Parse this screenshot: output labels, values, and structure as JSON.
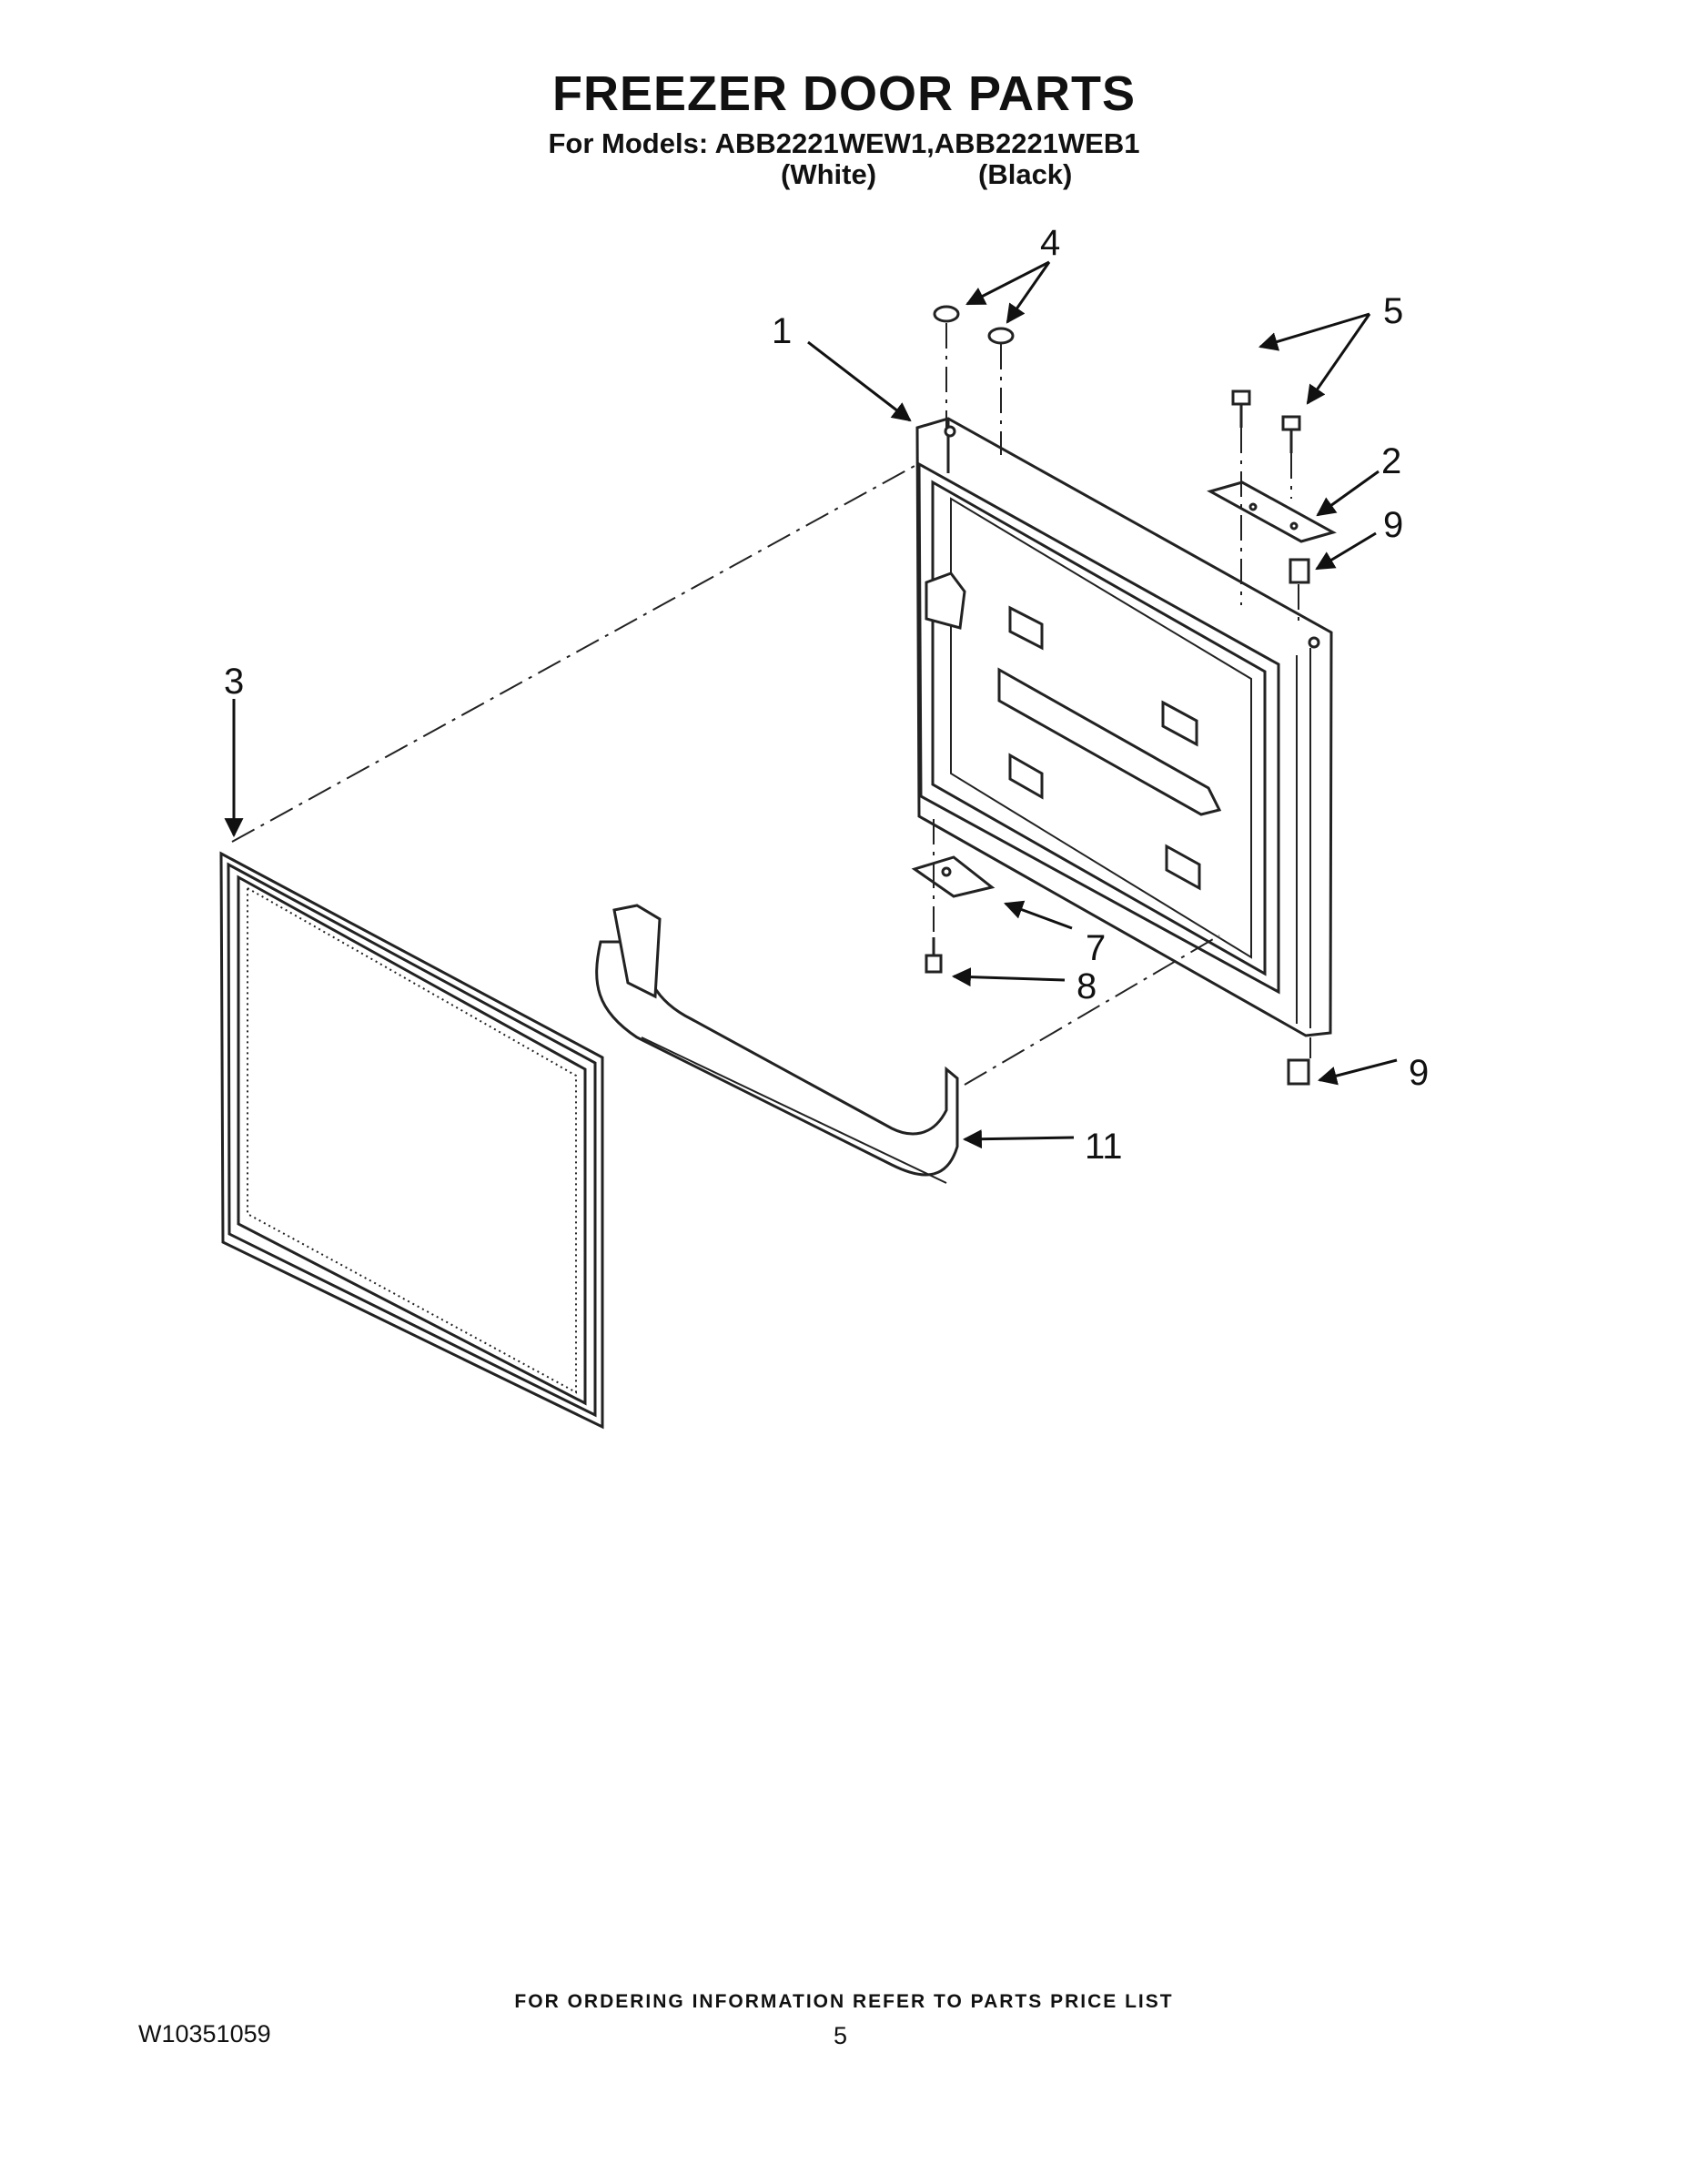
{
  "header": {
    "title": "FREEZER DOOR PARTS",
    "models_line": "For Models: ABB2221WEW1,ABB2221WEB1",
    "color_white": "(White)",
    "color_black": "(Black)"
  },
  "callouts": {
    "c1": "1",
    "c2": "2",
    "c3": "3",
    "c4": "4",
    "c5": "5",
    "c7": "7",
    "c8": "8",
    "c9a": "9",
    "c9b": "9",
    "c11": "11"
  },
  "footer": {
    "ordering_note": "FOR ORDERING INFORMATION REFER TO PARTS PRICE LIST",
    "document_number": "W10351059",
    "page_number": "5"
  }
}
